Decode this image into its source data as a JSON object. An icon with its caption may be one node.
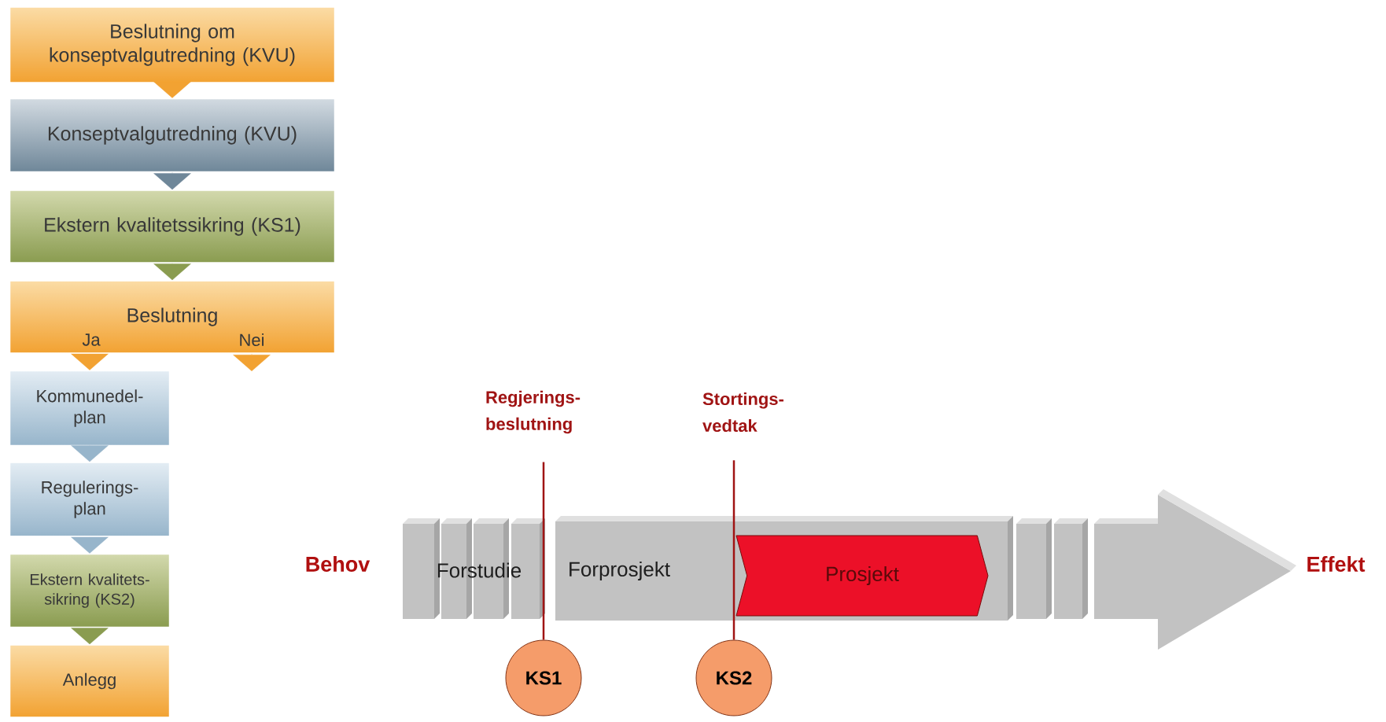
{
  "diagram": {
    "nodes": [
      {
        "text": [
          "Beslutning om konseptvalgutredning (KVU)"
        ]
      },
      {
        "text": [
          "Konseptvalgutredning (KVU)"
        ]
      },
      {
        "text": [
          "Ekstern kvalitetssikring (KS1)"
        ]
      },
      {
        "text": [
          "Beslutning"
        ]
      },
      {
        "text": [
          "Kommunedel- plan"
        ]
      },
      {
        "text": [
          "Regulerings- plan"
        ]
      },
      {
        "text": [
          "Ekstern kvalitets- sikring (KS2)"
        ]
      },
      {
        "text": [
          "Anlegg"
        ]
      },
      {
        "text": [
          "Behov"
        ]
      },
      {
        "text": [
          "Forstudie"
        ]
      },
      {
        "text": [
          "Forprosjekt"
        ]
      },
      {
        "text": [
          "Prosjekt"
        ],
        "in": 10
      },
      {
        "text": [
          "Effekt"
        ]
      },
      {
        "text": [
          "Regjerings- beslutning"
        ]
      },
      {
        "text": [
          "KS1"
        ]
      },
      {
        "text": [
          "Stortings- vedtak"
        ]
      },
      {
        "text": [
          "KS2"
        ]
      }
    ],
    "edges": [
      {
        "from": 0,
        "to": 1,
        "arrow": "to",
        "color": "#f2a232"
      },
      {
        "from": 1,
        "to": 2,
        "arrow": "to",
        "color": "#6f8799"
      },
      {
        "from": 2,
        "to": 3,
        "arrow": "to",
        "color": "#8a9c50"
      },
      {
        "from": 3,
        "to": 4,
        "arrow": "to",
        "label": "Ja",
        "color": "#f2a232"
      },
      {
        "from": 3,
        "to": null,
        "arrow": "to",
        "label": "Nei",
        "color": "#f2a232"
      },
      {
        "from": 4,
        "to": 5,
        "arrow": "to",
        "color": "#97b5cb"
      },
      {
        "from": 5,
        "to": 6,
        "arrow": "to",
        "color": "#97b5cb"
      },
      {
        "from": 6,
        "to": 7,
        "arrow": "to",
        "color": "#8a9c50"
      },
      {
        "from": 13,
        "to": 14,
        "arrow": "none",
        "color": "#a01414"
      },
      {
        "from": 15,
        "to": 16,
        "arrow": "none",
        "color": "#a01414"
      }
    ]
  }
}
